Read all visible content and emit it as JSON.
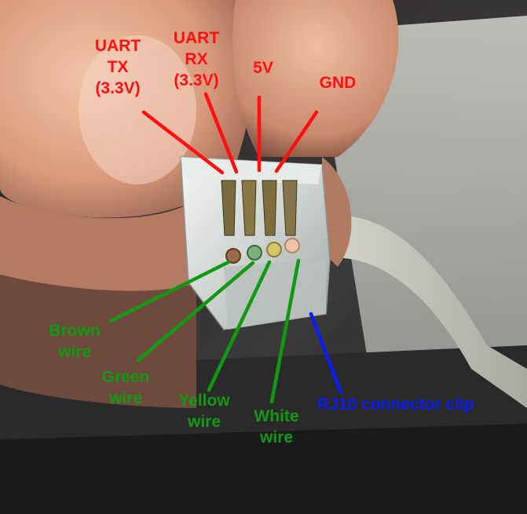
{
  "colors": {
    "pin_label": "#ff1010",
    "wire_label": "#119a11",
    "clip_label": "#0b1df2"
  },
  "pin_labels": {
    "uart_tx": [
      "UART",
      "TX",
      "(3.3V)"
    ],
    "uart_rx": [
      "UART",
      "RX",
      "(3.3V)"
    ],
    "five_v": [
      "5V"
    ],
    "gnd": [
      "GND"
    ]
  },
  "wire_labels": {
    "brown": [
      "Brown",
      "wire"
    ],
    "green": [
      "Green",
      "wire"
    ],
    "yellow": [
      "Yellow",
      "wire"
    ],
    "white": [
      "White",
      "wire"
    ]
  },
  "clip_label": "RJ10 connector clip"
}
